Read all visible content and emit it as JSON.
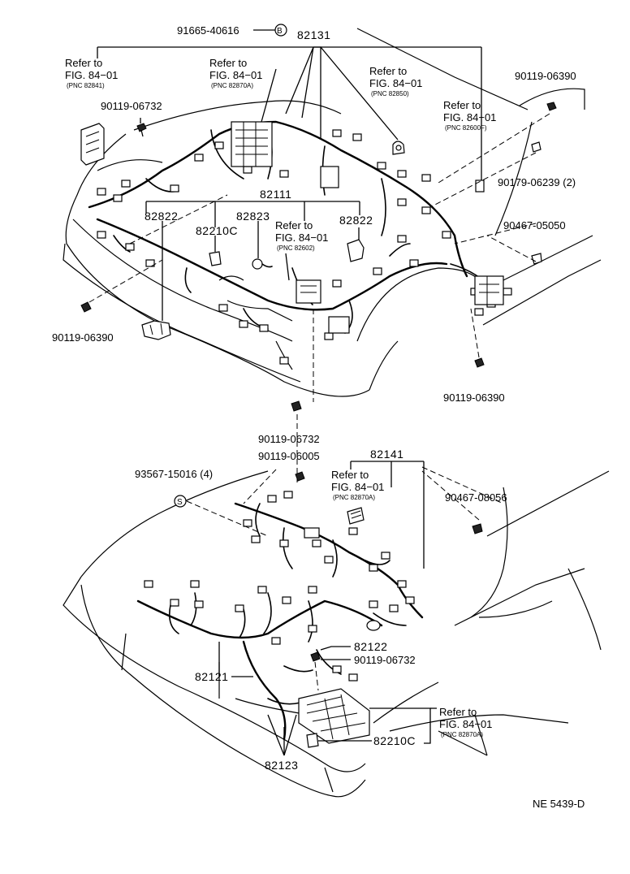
{
  "drawing_no": "NE 5439-D",
  "top": {
    "ref_82841": {
      "refer": "Refer to",
      "fig": "FIG. 84−01",
      "pnc": "(PNC 82841)"
    },
    "ref_82870a": {
      "refer": "Refer to",
      "fig": "FIG. 84−01",
      "pnc": "(PNC 82870A)"
    },
    "ref_82850": {
      "refer": "Refer to",
      "fig": "FIG. 84−01",
      "pnc": "(PNC 82850)"
    },
    "ref_82600f": {
      "refer": "Refer to",
      "fig": "FIG. 84−01",
      "pnc": "(PNC 82600F)"
    },
    "ref_82602": {
      "refer": "Refer to",
      "fig": "FIG. 84−01",
      "pnc": "(PNC 82602)"
    },
    "p_91665": "91665-40616",
    "p_82131": "82131",
    "circle_b": "B",
    "p_90119_06390_a": "90119-06390",
    "p_90119_06732_a": "90119-06732",
    "p_90179": "90179-06239 (2)",
    "p_82111": "82111",
    "p_82822_left": "82822",
    "p_82823": "82823",
    "p_82822_right": "82822",
    "p_82210c_top": "82210C",
    "p_90467_05050": "90467-05050",
    "p_90119_06390_b": "90119-06390",
    "p_90119_06390_c": "90119-06390",
    "p_90119_06732_b": "90119-06732"
  },
  "bottom": {
    "p_90119_06005": "90119-06005",
    "p_82141": "82141",
    "p_93567": "93567-15016 (4)",
    "circle_s": "S",
    "ref_82870a": {
      "refer": "Refer to",
      "fig": "FIG. 84−01",
      "pnc": "(PNC 82870A)"
    },
    "p_90467_08056": "90467-08056",
    "p_82122": "82122",
    "p_90119_06732": "90119-06732",
    "p_82121": "82121",
    "ref_82870a_2": {
      "refer": "Refer to",
      "fig": "FIG. 84−01",
      "pnc": "(PNC 82870A)"
    },
    "p_82210c_bottom": "82210C",
    "p_82123": "82123"
  }
}
